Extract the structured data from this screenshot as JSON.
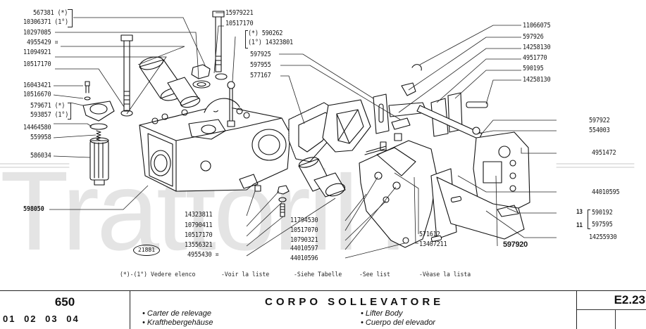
{
  "watermark": "TrattoriIT",
  "drawing_ref": "21881",
  "labels_left": [
    {
      "id": "567381",
      "text": "567381",
      "note": "(*)"
    },
    {
      "id": "10306371",
      "text": "10306371",
      "note": "(1°)"
    },
    {
      "id": "10297085",
      "text": "10297085"
    },
    {
      "id": "4955429",
      "text": "4955429",
      "note": "¤"
    },
    {
      "id": "11094921",
      "text": "11094921"
    },
    {
      "id": "10517170a",
      "text": "10517170"
    },
    {
      "id": "16043421",
      "text": "16043421"
    },
    {
      "id": "10516670",
      "text": "10516670"
    },
    {
      "id": "579671",
      "text": "579671",
      "note": "(*)"
    },
    {
      "id": "593857",
      "text": "593857",
      "note": "(1°)"
    },
    {
      "id": "14464580",
      "text": "14464580"
    },
    {
      "id": "559958",
      "text": "559958"
    },
    {
      "id": "586034",
      "text": "586034"
    },
    {
      "id": "598050",
      "text": "598050"
    }
  ],
  "labels_top": [
    {
      "id": "15979221",
      "text": "15979221"
    },
    {
      "id": "10517170b",
      "text": "10517170"
    },
    {
      "id": "590262",
      "text": "590262",
      "note": "(*)"
    },
    {
      "id": "14323801",
      "text": "14323801",
      "note": "(1°)"
    },
    {
      "id": "597925",
      "text": "597925"
    },
    {
      "id": "597955",
      "text": "597955"
    },
    {
      "id": "577167",
      "text": "577167"
    }
  ],
  "labels_right": [
    {
      "id": "11066075",
      "text": "11066075"
    },
    {
      "id": "597926",
      "text": "597926"
    },
    {
      "id": "14258130a",
      "text": "14258130"
    },
    {
      "id": "4951770",
      "text": "4951770"
    },
    {
      "id": "590195",
      "text": "590195"
    },
    {
      "id": "14258130b",
      "text": "14258130"
    },
    {
      "id": "597922",
      "text": "597922"
    },
    {
      "id": "554003",
      "text": "554003"
    },
    {
      "id": "4951472",
      "text": "4951472"
    },
    {
      "id": "44010595",
      "text": "44010595"
    },
    {
      "id": "590192",
      "text": "590192",
      "qty": "13"
    },
    {
      "id": "597595",
      "text": "597595",
      "qty": "11"
    },
    {
      "id": "14255930",
      "text": "14255930"
    }
  ],
  "labels_bottom": [
    {
      "id": "14323811",
      "text": "14323811"
    },
    {
      "id": "10790411",
      "text": "10790411"
    },
    {
      "id": "10517170c",
      "text": "10517170"
    },
    {
      "id": "13556321",
      "text": "13556321"
    },
    {
      "id": "4955430",
      "text": "4955430",
      "note": "¤"
    },
    {
      "id": "11794530",
      "text": "11794530"
    },
    {
      "id": "10517070",
      "text": "10517070"
    },
    {
      "id": "10790321",
      "text": "10790321"
    },
    {
      "id": "44010597",
      "text": "44010597"
    },
    {
      "id": "44010596",
      "text": "44010596"
    },
    {
      "id": "571612",
      "text": "571612"
    },
    {
      "id": "13407211",
      "text": "13407211"
    },
    {
      "id": "597920",
      "text": "597920"
    }
  ],
  "footnote": {
    "prefix": "(*)-(1°)",
    "it": "Vedere elenco",
    "fr": "-Voir la liste",
    "de": "-Siehe Tabelle",
    "en": "-See list",
    "es": "-Vèase la lista"
  },
  "title_block": {
    "model": "650",
    "codes": "01  02  03  04",
    "title": "CORPO SOLLEVATORE",
    "sub_fr": "• Carter de relevage",
    "sub_de": "• Krafthebergehäuse",
    "sub_en": "• Lifter Body",
    "sub_es": "• Cuerpo del elevador",
    "page": "E2.23"
  }
}
